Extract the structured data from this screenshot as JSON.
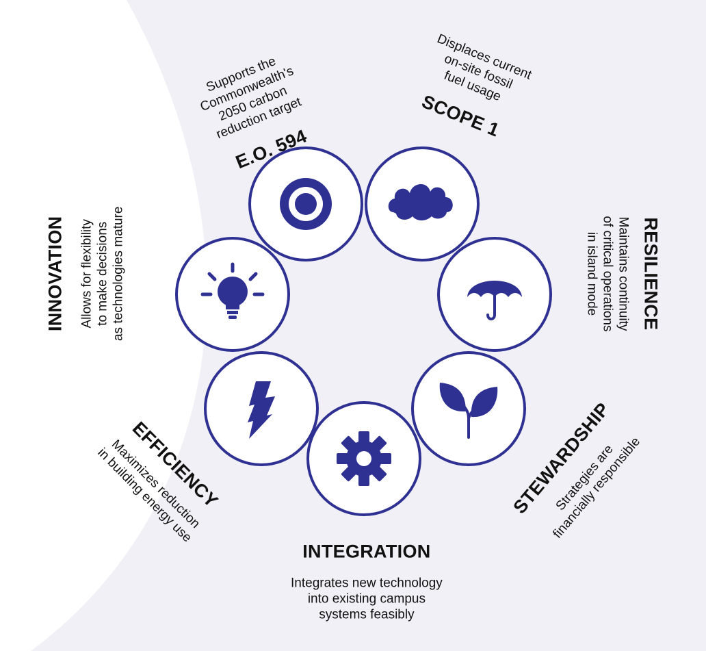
{
  "colors": {
    "accent": "#2e3192",
    "background_band": "#f0f0f6",
    "page": "#ffffff",
    "text": "#111111"
  },
  "segments": [
    {
      "id": "eo594",
      "icon": "target-icon",
      "title": "E.O. 594",
      "description": [
        "Supports the",
        "Commonwealth's",
        "2050 carbon",
        "reduction target"
      ]
    },
    {
      "id": "scope1",
      "icon": "cloud-icon",
      "title": "SCOPE 1",
      "description": [
        "Displaces current",
        "on-site fossil",
        "fuel usage"
      ]
    },
    {
      "id": "resilience",
      "icon": "umbrella-icon",
      "title": "RESILIENCE",
      "description": [
        "Maintains continuity",
        "of critical operations",
        "in island mode"
      ]
    },
    {
      "id": "stewardship",
      "icon": "leaf-icon",
      "title": "STEWARDSHIP",
      "description": [
        "Strategies are",
        "financially responsible"
      ]
    },
    {
      "id": "integration",
      "icon": "gear-icon",
      "title": "INTEGRATION",
      "description": [
        "Integrates new technology",
        "into existing campus",
        "systems feasibly"
      ]
    },
    {
      "id": "efficiency",
      "icon": "lightning-icon",
      "title": "EFFICIENCY",
      "description": [
        "Maximizes reduction",
        "in building energy use"
      ]
    },
    {
      "id": "innovation",
      "icon": "lightbulb-icon",
      "title": "INNOVATION",
      "description": [
        "Allows for flexibility",
        "to make decisions",
        "as technologies mature"
      ]
    }
  ]
}
